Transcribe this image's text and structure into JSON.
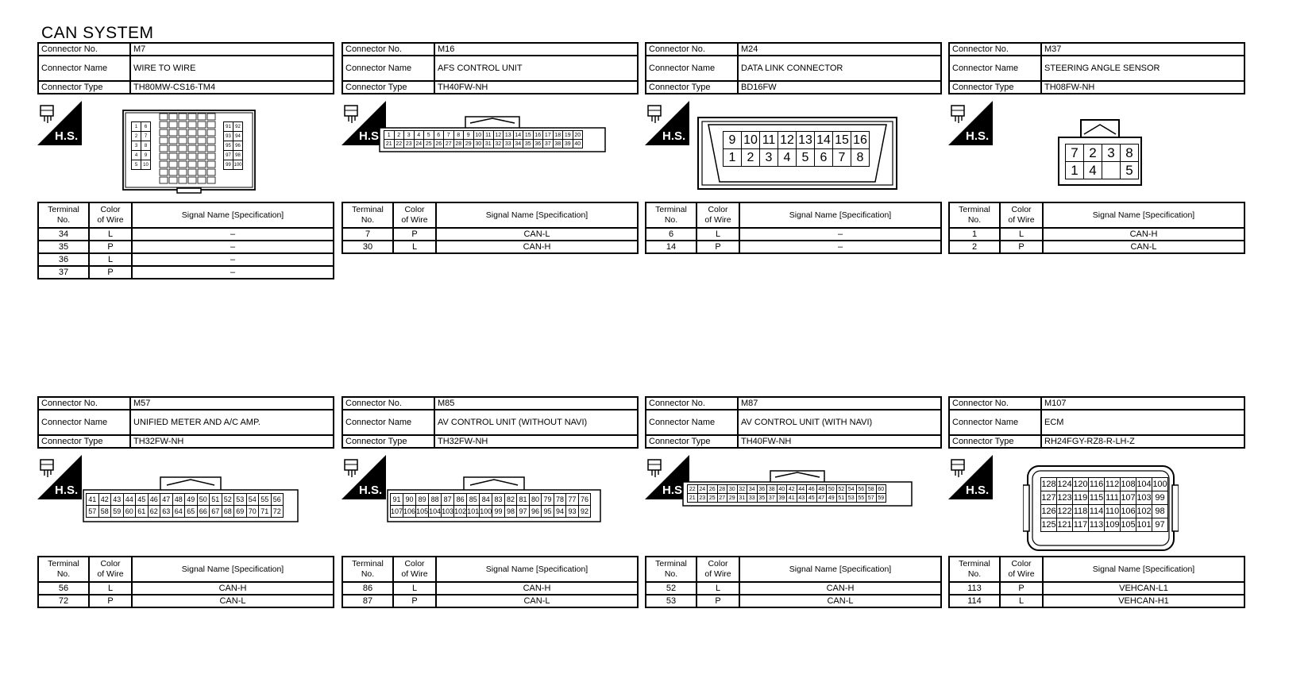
{
  "page": {
    "title": "CAN SYSTEM"
  },
  "labels": {
    "connector_no": "Connector No.",
    "connector_name": "Connector Name",
    "connector_type": "Connector Type",
    "hs": "H.S.",
    "terminal_no_l1": "Terminal",
    "terminal_no_l2": "No.",
    "color_l1": "Color",
    "color_l2": "of Wire",
    "signal_name": "Signal Name [Specification]"
  },
  "connectors": [
    {
      "no": "M7",
      "name": "WIRE TO WIRE",
      "type": "TH80MW-CS16-TM4",
      "terminals": [
        {
          "no": "34",
          "color": "L",
          "signal": "–"
        },
        {
          "no": "35",
          "color": "P",
          "signal": "–"
        },
        {
          "no": "36",
          "color": "L",
          "signal": "–"
        },
        {
          "no": "37",
          "color": "P",
          "signal": "–"
        }
      ]
    },
    {
      "no": "M16",
      "name": "AFS CONTROL UNIT",
      "type": "TH40FW-NH",
      "terminals": [
        {
          "no": "7",
          "color": "P",
          "signal": "CAN-L"
        },
        {
          "no": "30",
          "color": "L",
          "signal": "CAN-H"
        }
      ]
    },
    {
      "no": "M24",
      "name": "DATA LINK CONNECTOR",
      "type": "BD16FW",
      "terminals": [
        {
          "no": "6",
          "color": "L",
          "signal": "–"
        },
        {
          "no": "14",
          "color": "P",
          "signal": "–"
        }
      ]
    },
    {
      "no": "M37",
      "name": "STEERING ANGLE SENSOR",
      "type": "TH08FW-NH",
      "terminals": [
        {
          "no": "1",
          "color": "L",
          "signal": "CAN-H"
        },
        {
          "no": "2",
          "color": "P",
          "signal": "CAN-L"
        }
      ]
    },
    {
      "no": "M57",
      "name": "UNIFIED METER AND A/C AMP.",
      "type": "TH32FW-NH",
      "terminals": [
        {
          "no": "56",
          "color": "L",
          "signal": "CAN-H"
        },
        {
          "no": "72",
          "color": "P",
          "signal": "CAN-L"
        }
      ]
    },
    {
      "no": "M85",
      "name": "AV CONTROL UNIT (WITHOUT NAVI)",
      "type": "TH32FW-NH",
      "terminals": [
        {
          "no": "86",
          "color": "L",
          "signal": "CAN-H"
        },
        {
          "no": "87",
          "color": "P",
          "signal": "CAN-L"
        }
      ]
    },
    {
      "no": "M87",
      "name": "AV CONTROL UNIT (WITH NAVI)",
      "type": "TH40FW-NH",
      "terminals": [
        {
          "no": "52",
          "color": "L",
          "signal": "CAN-H"
        },
        {
          "no": "53",
          "color": "P",
          "signal": "CAN-L"
        }
      ]
    },
    {
      "no": "M107",
      "name": "ECM",
      "type": "RH24FGY-RZ8-R-LH-Z",
      "terminals": [
        {
          "no": "113",
          "color": "P",
          "signal": "VEHCAN-L1"
        },
        {
          "no": "114",
          "color": "L",
          "signal": "VEHCAN-H1"
        }
      ]
    }
  ],
  "pinouts": {
    "m16": [
      [
        "1",
        "2",
        "3",
        "4",
        "5",
        "6",
        "7",
        "8",
        "9",
        "10",
        "11",
        "12",
        "13",
        "14",
        "15",
        "16",
        "17",
        "18",
        "19",
        "20"
      ],
      [
        "21",
        "22",
        "23",
        "24",
        "25",
        "26",
        "27",
        "28",
        "29",
        "30",
        "31",
        "32",
        "33",
        "34",
        "35",
        "36",
        "37",
        "38",
        "39",
        "40"
      ]
    ],
    "m24": [
      [
        "9",
        "10",
        "11",
        "12",
        "13",
        "14",
        "15",
        "16"
      ],
      [
        "1",
        "2",
        "3",
        "4",
        "5",
        "6",
        "7",
        "8"
      ]
    ],
    "m37": [
      [
        "7",
        "2",
        "3",
        "8"
      ],
      [
        "1",
        "4",
        "",
        "5"
      ]
    ],
    "m57": [
      [
        "41",
        "42",
        "43",
        "44",
        "45",
        "46",
        "47",
        "48",
        "49",
        "50",
        "51",
        "52",
        "53",
        "54",
        "55",
        "56"
      ],
      [
        "57",
        "58",
        "59",
        "60",
        "61",
        "62",
        "63",
        "64",
        "65",
        "66",
        "67",
        "68",
        "69",
        "70",
        "71",
        "72"
      ]
    ],
    "m85": [
      [
        "91",
        "90",
        "89",
        "88",
        "87",
        "86",
        "85",
        "84",
        "83",
        "82",
        "81",
        "80",
        "79",
        "78",
        "77",
        "76"
      ],
      [
        "107",
        "106",
        "105",
        "104",
        "103",
        "102",
        "101",
        "100",
        "99",
        "98",
        "97",
        "96",
        "95",
        "94",
        "93",
        "92"
      ]
    ],
    "m87": [
      [
        "22",
        "24",
        "26",
        "28",
        "30",
        "32",
        "34",
        "36",
        "38",
        "40",
        "42",
        "44",
        "46",
        "48",
        "50",
        "52",
        "54",
        "56",
        "58",
        "60"
      ],
      [
        "21",
        "23",
        "25",
        "27",
        "29",
        "31",
        "33",
        "35",
        "37",
        "39",
        "41",
        "43",
        "45",
        "47",
        "49",
        "51",
        "53",
        "55",
        "57",
        "59"
      ]
    ],
    "m107": [
      [
        "128",
        "124",
        "120",
        "116",
        "112",
        "108",
        "104",
        "100"
      ],
      [
        "127",
        "123",
        "119",
        "115",
        "111",
        "107",
        "103",
        "99"
      ],
      [
        "126",
        "122",
        "118",
        "114",
        "110",
        "106",
        "102",
        "98"
      ],
      [
        "125",
        "121",
        "117",
        "113",
        "109",
        "105",
        "101",
        "97"
      ]
    ],
    "m7_left": [
      [
        "1",
        "6"
      ],
      [
        "2",
        "7"
      ],
      [
        "3",
        "8"
      ],
      [
        "4",
        "9"
      ],
      [
        "5",
        "10"
      ]
    ],
    "m7_right": [
      [
        "91",
        "92"
      ],
      [
        "93",
        "94"
      ],
      [
        "95",
        "96"
      ],
      [
        "97",
        "98"
      ],
      [
        "99",
        "100"
      ]
    ]
  }
}
